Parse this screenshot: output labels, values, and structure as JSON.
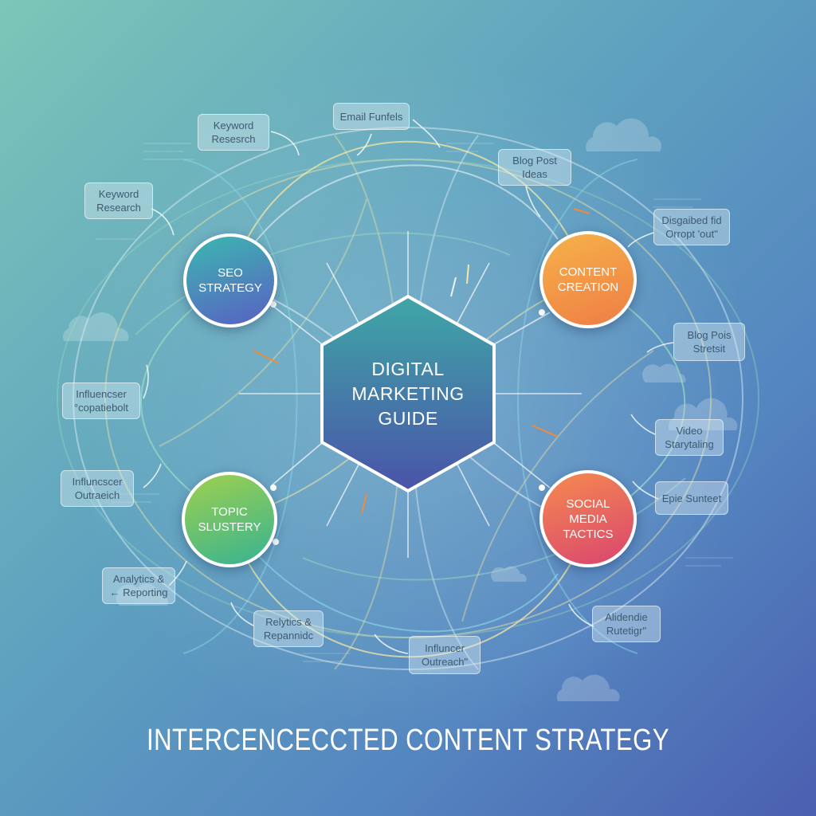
{
  "center": {
    "label": "DIGITAL\nMARKETING\nGUIDE",
    "color_top": "#3fa7a7",
    "color_bottom": "#4a53a8"
  },
  "hubs": [
    {
      "id": "seo",
      "label": "SEO\nSTRATEGY",
      "color_top": "#3bb8b0",
      "color_bottom": "#5a5fc4"
    },
    {
      "id": "content",
      "label": "CONTENT\nCREATION",
      "color_top": "#f6b24a",
      "color_bottom": "#ee7d45"
    },
    {
      "id": "topic",
      "label": "TOPIC\nSLUSTERY",
      "color_top": "#9fd04e",
      "color_bottom": "#36b392"
    },
    {
      "id": "social",
      "label": "SOCIAL\nMEDIA\nTACTICS",
      "color_top": "#f58a4f",
      "color_bottom": "#d9456f"
    }
  ],
  "tags": [
    {
      "id": "keyword-research-1",
      "label": "Keyword\nResesrch"
    },
    {
      "id": "keyword-research-2",
      "label": "Keyword\nResearch"
    },
    {
      "id": "email-funnels",
      "label": "Email Funfels"
    },
    {
      "id": "blog-post-ideas",
      "label": "Blog Post\nIdeas"
    },
    {
      "id": "disguised-opt-out",
      "label": "Disgaibed fid\nOrropt 'out\""
    },
    {
      "id": "blog-post-stretch",
      "label": "Blog Pois\nStretsit"
    },
    {
      "id": "video-storytelling",
      "label": "Video\nStarytaling"
    },
    {
      "id": "epic-summary",
      "label": "Epie Sunteet"
    },
    {
      "id": "audience-router",
      "label": "Alidendie\nRutetigr\""
    },
    {
      "id": "influencer-outreach-bottom",
      "label": "Influncer\nOutreach\""
    },
    {
      "id": "analytics-reporting-bottom",
      "label": "Relytics &\nRepannidc"
    },
    {
      "id": "analytics-reporting",
      "label": "Analytics &\n← Reporting"
    },
    {
      "id": "influencer-outreach-left",
      "label": "Influncscer\nOutraeich"
    },
    {
      "id": "influencer-outreach-left2",
      "label": "Influencser\n°copatiebolt"
    }
  ],
  "title": "INTERCENCECCTED CONTENT STRATEGY",
  "colors": {
    "link_cream": "#f1e7a6",
    "link_white": "#e8f4f8",
    "link_green": "#9fdcc0",
    "link_cyan": "#8fd9e8",
    "accent_orange": "#f08a3c",
    "title": "#ffffff"
  }
}
